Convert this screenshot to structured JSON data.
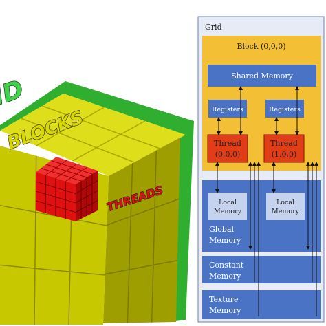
{
  "cube_figure": {
    "grid_label": "ID",
    "blocks_label": "BLOCKS",
    "threads_label": "THREADS",
    "colors": {
      "yellow_front": "#c8c800",
      "yellow_top": "#dede1a",
      "yellow_side": "#9e9e00",
      "green_edge": "#2fae2f",
      "green_label": "#3fd24a",
      "red_cube": "#e01010",
      "red_label": "#e01010"
    }
  },
  "memory_diagram": {
    "grid_label": "Grid",
    "block_label": "Block (0,0,0)",
    "shared_memory": "Shared Memory",
    "registers": [
      "Registers",
      "Registers"
    ],
    "threads": [
      {
        "name": "Thread",
        "index": "(0,0,0)"
      },
      {
        "name": "Thread",
        "index": "(1,0,0)"
      }
    ],
    "local_memory": [
      {
        "line1": "Local",
        "line2": "Memory"
      },
      {
        "line1": "Local",
        "line2": "Memory"
      }
    ],
    "global_memory": {
      "line1": "Global",
      "line2": "Memory"
    },
    "constant_memory": {
      "line1": "Constant",
      "line2": "Memory"
    },
    "texture_memory": {
      "line1": "Texture",
      "line2": "Memory"
    },
    "colors": {
      "block_bg": "#f3bf35",
      "memory_blue": "#4a73c6",
      "local_bg": "#c5d3ef",
      "thread_red": "#e13d17",
      "grid_bg": "#e7ebf5",
      "grid_border": "#6a7fb8"
    }
  }
}
